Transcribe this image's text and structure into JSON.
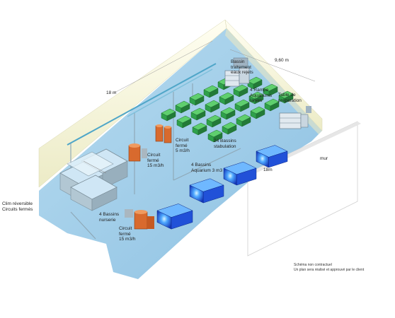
{
  "labels": {
    "clim": "Clim réversible\nCircuits fermés",
    "bassins_nurserie": "4 Bassins\nnurserie",
    "circuit_15_top": "Circuit\nfermé\n15 m3/h",
    "circuit_5": "Circuit\nfermé\n5 m3/h",
    "circuit_15_bottom": "Circuit\nfermé\n15 m3/h",
    "length_18m": "18 m",
    "width_960": "9,60 m",
    "bassin_traitement": "Bassin\ntraitement\neaux rejets",
    "rampe": "4 Rampe\nAquariums\nlarves",
    "table": "Table de\npréparation",
    "bassins_stabulation": "24 Bassins\nstabulation",
    "bassins_aquarium": "4 Bassins\nAquarium 3 m3",
    "length_18m_b": "18m",
    "mur": "mur"
  },
  "note": {
    "line1": "Schéma non contractuel",
    "line2": "Un plan sera réalisé et approuvé par le client"
  },
  "colors": {
    "floor": "#9fcbe6",
    "wall": "#fbf9e1",
    "pipe": "#4fa6c8",
    "tank_blue": "#1f4fd6",
    "green_tank": "#2fa04a",
    "filter_orange": "#d86a2e"
  }
}
